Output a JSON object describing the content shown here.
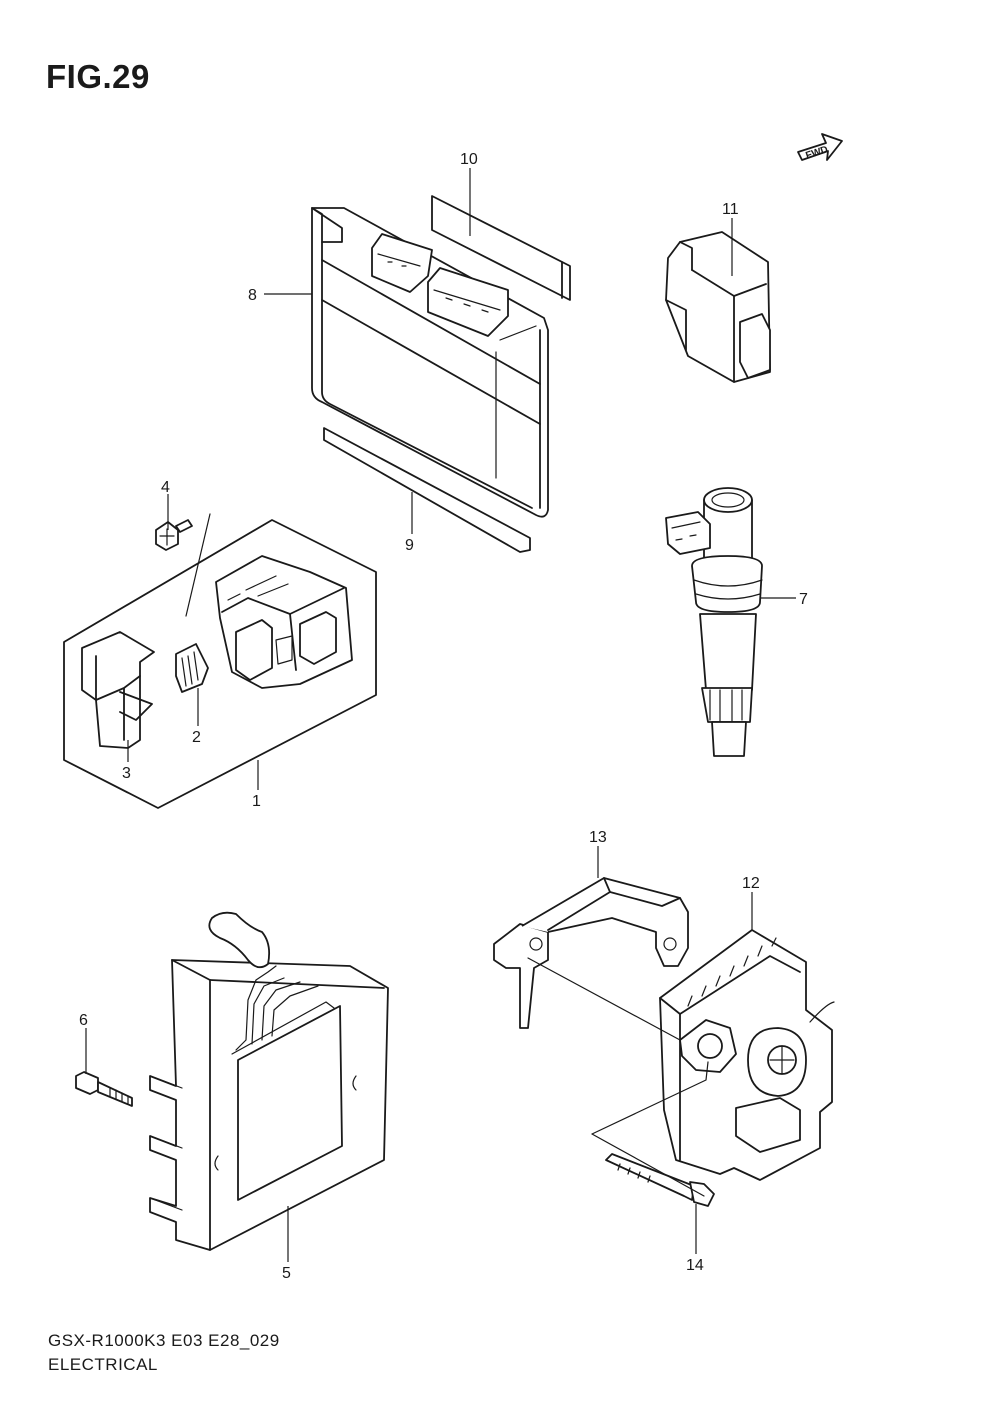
{
  "figure": {
    "title": "FIG.29"
  },
  "direction_badge": {
    "label": "FWD"
  },
  "callouts": {
    "p1": "1",
    "p2": "2",
    "p3": "3",
    "p4": "4",
    "p5": "5",
    "p6": "6",
    "p7": "7",
    "p8": "8",
    "p9": "9",
    "p10": "10",
    "p11": "11",
    "p12": "12",
    "p13": "13",
    "p14": "14"
  },
  "footer": {
    "model_code": "GSX-R1000K3 E03 E28_029",
    "section": "ELECTRICAL"
  }
}
